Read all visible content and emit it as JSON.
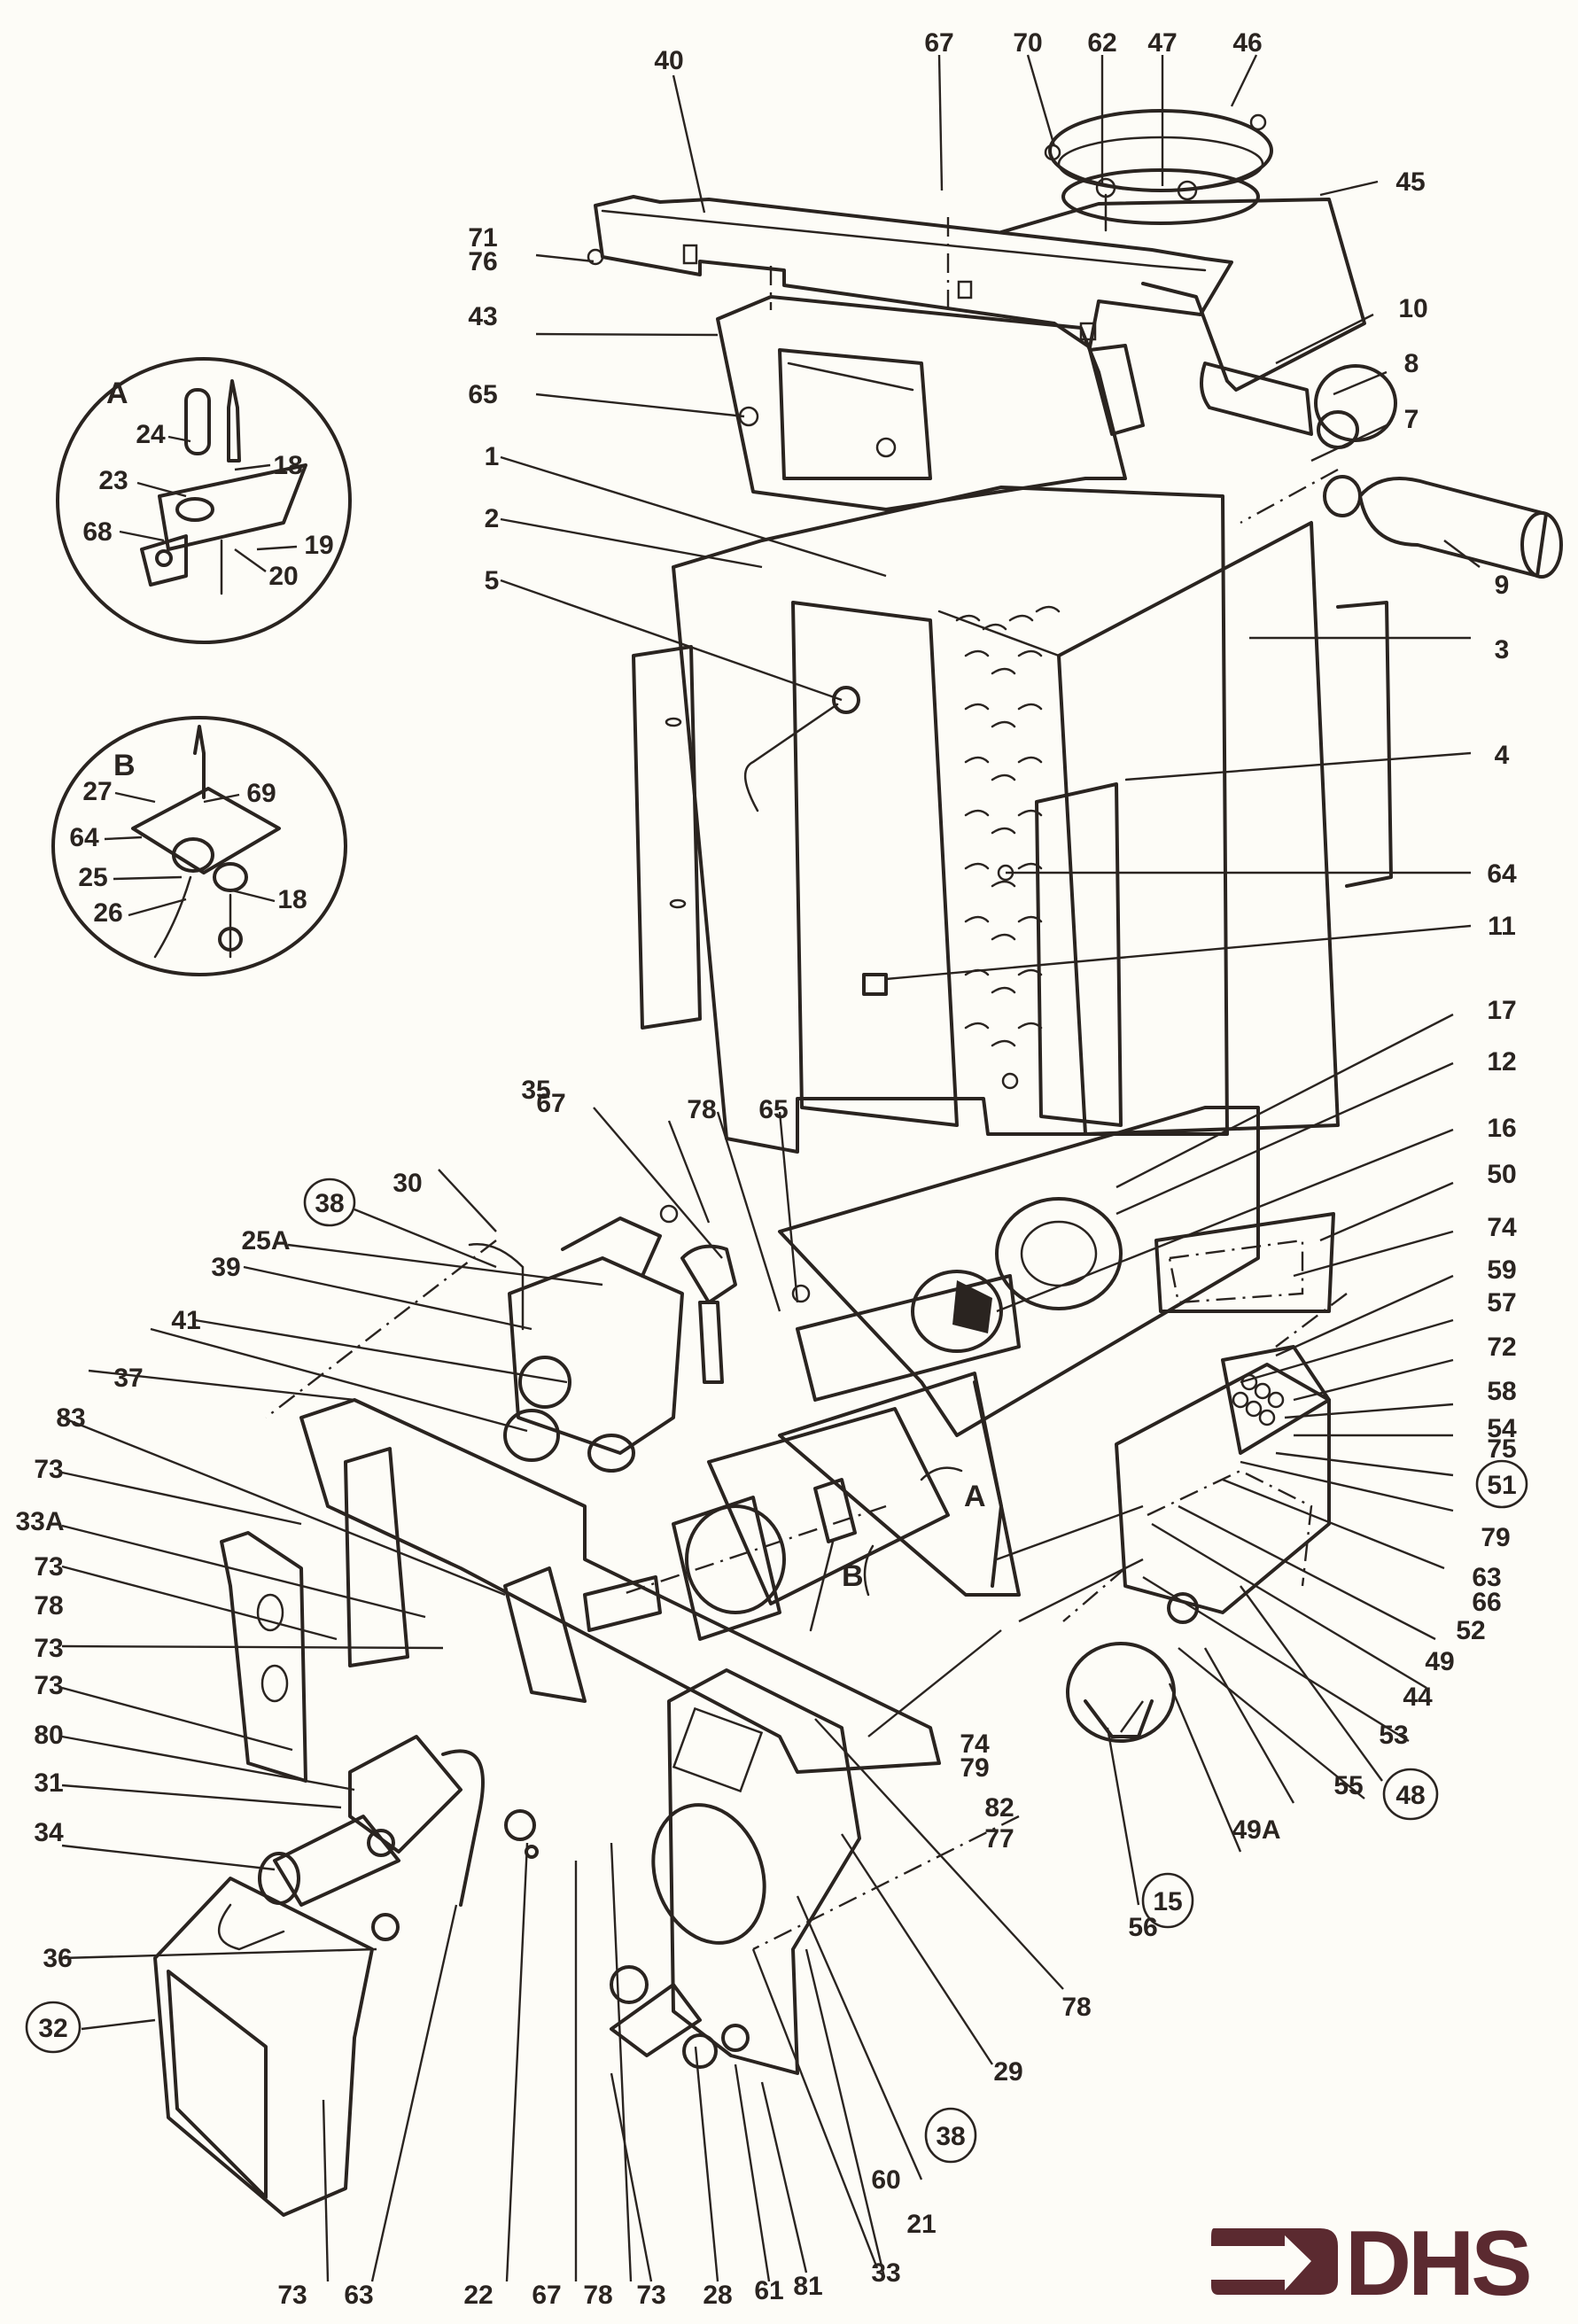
{
  "diagram": {
    "title": "Gas boiler exploded parts diagram",
    "brand_color": "#5b2a30",
    "ink_color": "#2a2420",
    "detail_views": [
      {
        "letter": "A",
        "labels": [
          "24",
          "18",
          "23",
          "68",
          "19",
          "20"
        ]
      },
      {
        "letter": "B",
        "labels": [
          "69",
          "27",
          "64",
          "25",
          "18",
          "26"
        ]
      }
    ],
    "callout_letters": [
      "A",
      "B"
    ],
    "labels": [
      {
        "id": "40",
        "text": "40",
        "circled": false
      },
      {
        "id": "67a",
        "text": "67",
        "circled": false
      },
      {
        "id": "70",
        "text": "70",
        "circled": false
      },
      {
        "id": "62",
        "text": "62",
        "circled": false
      },
      {
        "id": "47",
        "text": "47",
        "circled": false
      },
      {
        "id": "46",
        "text": "46",
        "circled": false
      },
      {
        "id": "45",
        "text": "45",
        "circled": false
      },
      {
        "id": "71",
        "text": "71",
        "circled": false
      },
      {
        "id": "76",
        "text": "76",
        "circled": false
      },
      {
        "id": "43",
        "text": "43",
        "circled": false
      },
      {
        "id": "10",
        "text": "10",
        "circled": false
      },
      {
        "id": "65a",
        "text": "65",
        "circled": false
      },
      {
        "id": "8",
        "text": "8",
        "circled": false
      },
      {
        "id": "7",
        "text": "7",
        "circled": false
      },
      {
        "id": "1",
        "text": "1",
        "circled": false
      },
      {
        "id": "2",
        "text": "2",
        "circled": false
      },
      {
        "id": "9",
        "text": "9",
        "circled": false
      },
      {
        "id": "5",
        "text": "5",
        "circled": false
      },
      {
        "id": "3",
        "text": "3",
        "circled": false
      },
      {
        "id": "4",
        "text": "4",
        "circled": false
      },
      {
        "id": "64",
        "text": "64",
        "circled": false
      },
      {
        "id": "11",
        "text": "11",
        "circled": false
      },
      {
        "id": "17",
        "text": "17",
        "circled": false
      },
      {
        "id": "67b",
        "text": "67",
        "circled": false
      },
      {
        "id": "12",
        "text": "12",
        "circled": false
      },
      {
        "id": "35",
        "text": "35",
        "circled": false
      },
      {
        "id": "78a",
        "text": "78",
        "circled": false
      },
      {
        "id": "65b",
        "text": "65",
        "circled": false
      },
      {
        "id": "16",
        "text": "16",
        "circled": false
      },
      {
        "id": "30",
        "text": "30",
        "circled": false
      },
      {
        "id": "50",
        "text": "50",
        "circled": false
      },
      {
        "id": "38a",
        "text": "38",
        "circled": true
      },
      {
        "id": "74a",
        "text": "74",
        "circled": false
      },
      {
        "id": "25A",
        "text": "25A",
        "circled": false
      },
      {
        "id": "59",
        "text": "59",
        "circled": false
      },
      {
        "id": "39",
        "text": "39",
        "circled": false
      },
      {
        "id": "57",
        "text": "57",
        "circled": false
      },
      {
        "id": "41",
        "text": "41",
        "circled": false
      },
      {
        "id": "72",
        "text": "72",
        "circled": false
      },
      {
        "id": "37",
        "text": "37",
        "circled": false
      },
      {
        "id": "58",
        "text": "58",
        "circled": false
      },
      {
        "id": "83",
        "text": "83",
        "circled": false
      },
      {
        "id": "54",
        "text": "54",
        "circled": false
      },
      {
        "id": "75",
        "text": "75",
        "circled": false
      },
      {
        "id": "51",
        "text": "51",
        "circled": true
      },
      {
        "id": "73a",
        "text": "73",
        "circled": false
      },
      {
        "id": "79a",
        "text": "79",
        "circled": false
      },
      {
        "id": "33A",
        "text": "33A",
        "circled": false
      },
      {
        "id": "63a",
        "text": "63",
        "circled": false
      },
      {
        "id": "66",
        "text": "66",
        "circled": false
      },
      {
        "id": "73b",
        "text": "73",
        "circled": false
      },
      {
        "id": "52",
        "text": "52",
        "circled": false
      },
      {
        "id": "78b",
        "text": "78",
        "circled": false
      },
      {
        "id": "74b",
        "text": "74",
        "circled": false
      },
      {
        "id": "79b",
        "text": "79",
        "circled": false
      },
      {
        "id": "49",
        "text": "49",
        "circled": false
      },
      {
        "id": "73c",
        "text": "73",
        "circled": false
      },
      {
        "id": "82",
        "text": "82",
        "circled": false
      },
      {
        "id": "77",
        "text": "77",
        "circled": false
      },
      {
        "id": "44",
        "text": "44",
        "circled": false
      },
      {
        "id": "73d",
        "text": "73",
        "circled": false
      },
      {
        "id": "53",
        "text": "53",
        "circled": false
      },
      {
        "id": "80",
        "text": "80",
        "circled": false
      },
      {
        "id": "55",
        "text": "55",
        "circled": false
      },
      {
        "id": "48",
        "text": "48",
        "circled": true
      },
      {
        "id": "31",
        "text": "31",
        "circled": false
      },
      {
        "id": "49A",
        "text": "49A",
        "circled": false
      },
      {
        "id": "34",
        "text": "34",
        "circled": false
      },
      {
        "id": "56",
        "text": "56",
        "circled": false
      },
      {
        "id": "78c",
        "text": "78",
        "circled": false
      },
      {
        "id": "15",
        "text": "15",
        "circled": true
      },
      {
        "id": "36",
        "text": "36",
        "circled": false
      },
      {
        "id": "29",
        "text": "29",
        "circled": false
      },
      {
        "id": "32",
        "text": "32",
        "circled": true
      },
      {
        "id": "38b",
        "text": "38",
        "circled": true
      },
      {
        "id": "21",
        "text": "21",
        "circled": false
      },
      {
        "id": "60",
        "text": "60",
        "circled": false
      },
      {
        "id": "73e",
        "text": "73",
        "circled": false
      },
      {
        "id": "63b",
        "text": "63",
        "circled": false
      },
      {
        "id": "22",
        "text": "22",
        "circled": false
      },
      {
        "id": "67c",
        "text": "67",
        "circled": false
      },
      {
        "id": "78d",
        "text": "78",
        "circled": false
      },
      {
        "id": "73f",
        "text": "73",
        "circled": false
      },
      {
        "id": "28",
        "text": "28",
        "circled": false
      },
      {
        "id": "61",
        "text": "61",
        "circled": false
      },
      {
        "id": "81",
        "text": "81",
        "circled": false
      },
      {
        "id": "33",
        "text": "33",
        "circled": false
      }
    ]
  },
  "logo": {
    "text": "DHS",
    "icon": "arrow-bracket-icon",
    "color": "#5b2a30"
  }
}
